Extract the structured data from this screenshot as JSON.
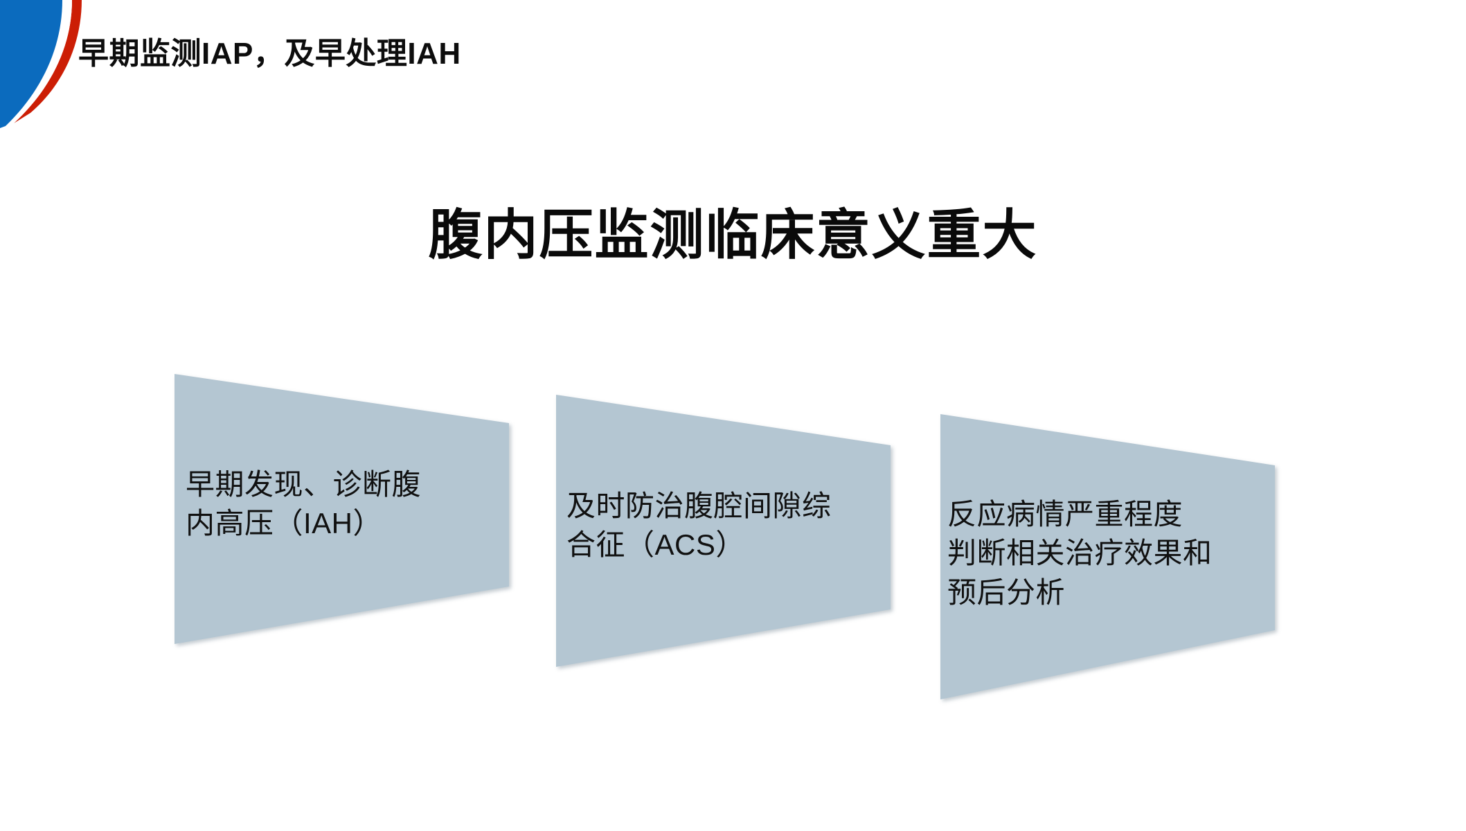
{
  "slide": {
    "background_color": "#FFFFFF",
    "header": {
      "title": "早期监测IAP，及早处理IAH"
    },
    "logo": {
      "name": "corner-swoosh-logo",
      "blue": "#0B6BBE",
      "red": "#CC1E05",
      "white": "#FFFFFF"
    },
    "main_heading": "腹内压监测临床意义重大",
    "chevrons": {
      "fill_color": "#B4C6D2",
      "text_color": "#111111",
      "items": [
        {
          "text": "早期发现、诊断腹\n内高压（IAH）"
        },
        {
          "text": "及时防治腹腔间隙综\n合征（ACS）"
        },
        {
          "text": "反应病情严重程度\n判断相关治疗效果和\n预后分析"
        }
      ]
    }
  }
}
